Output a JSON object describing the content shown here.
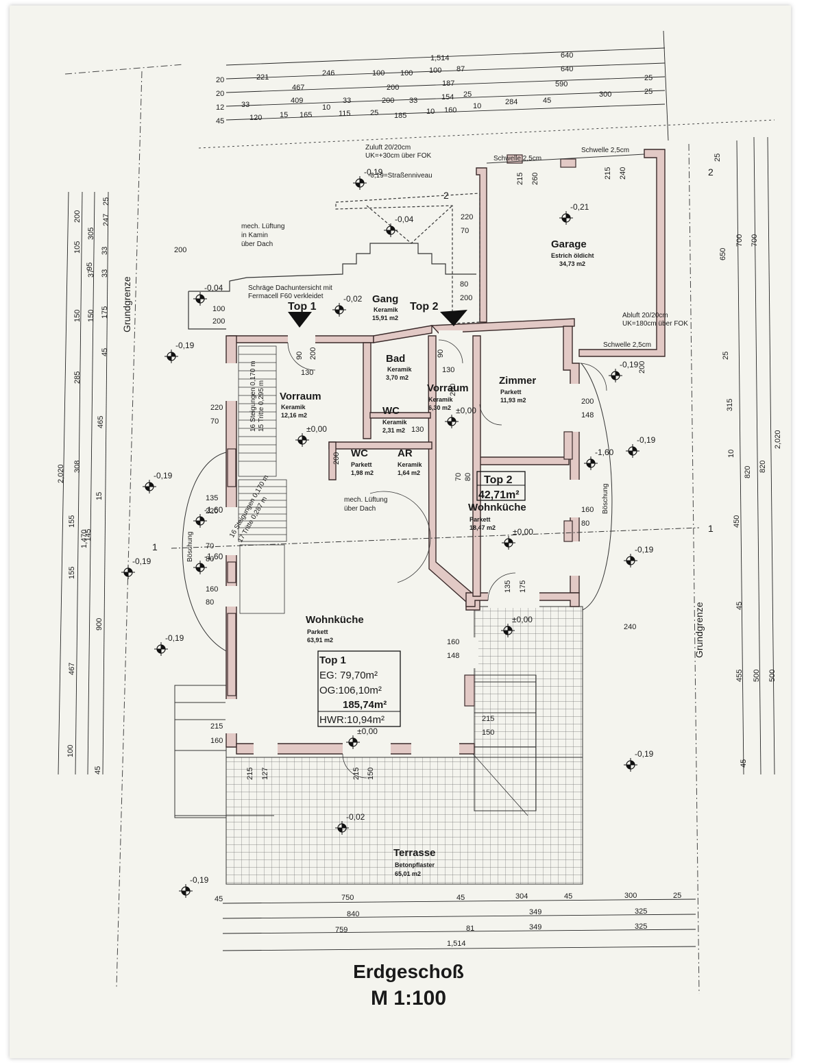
{
  "title": "Erdgeschoß",
  "scale": "M 1:100",
  "rooms": {
    "gang": {
      "name": "Gang",
      "floor": "Keramik",
      "area": "15,91 m2"
    },
    "bad": {
      "name": "Bad",
      "floor": "Keramik",
      "area": "3,70 m2"
    },
    "vorraum1": {
      "name": "Vorraum",
      "floor": "Keramik",
      "area": "12,16 m2"
    },
    "vorraum2": {
      "name": "Vorraum",
      "floor": "Keramik",
      "area": "6,30 m2"
    },
    "wc1": {
      "name": "WC",
      "floor": "Keramik",
      "area": "2,31 m2"
    },
    "wc2": {
      "name": "WC",
      "floor": "Parkett",
      "area": "1,98 m2"
    },
    "ar": {
      "name": "AR",
      "floor": "Keramik",
      "area": "1,64 m2"
    },
    "zimmer": {
      "name": "Zimmer",
      "floor": "Parkett",
      "area": "11,93 m2"
    },
    "wohnkueche2": {
      "name": "Wohnküche",
      "floor": "Parkett",
      "area": "18,47 m2"
    },
    "wohnkueche1": {
      "name": "Wohnküche",
      "floor": "Parkett",
      "area": "63,91 m2"
    },
    "garage": {
      "name": "Garage",
      "floor": "Estrich öldicht",
      "area": "34,73 m2"
    },
    "terrasse": {
      "name": "Terrasse",
      "floor": "Betonpflaster",
      "area": "65,01 m2"
    }
  },
  "units": {
    "top1": {
      "label": "Top 1",
      "eg": "EG:  79,70m²",
      "og": "OG:106,10m²",
      "total": "185,74m²",
      "hwr": "HWR:10,94m²"
    },
    "top2": {
      "label": "Top 2",
      "area": "42,71m²"
    },
    "marker_top1": "Top 1",
    "marker_top2": "Top 2"
  },
  "notes": {
    "zuluft1": "Zuluft 20/20cm",
    "zuluft2": "UK=+30cm über FOK",
    "strasse": "-0,19=Straßenniveau",
    "lueftung_kamin1": "mech. Lüftung",
    "lueftung_kamin2": "in Kamin",
    "lueftung_kamin3": "über Dach",
    "dach1": "Schräge Dachuntersicht mit",
    "dach2": "Fermacell F60 verkleidet",
    "abluft1": "Abluft 20/20cm",
    "abluft2": "UK=180cm über FOK",
    "schwelle_a": "Schwelle 2,5cm",
    "schwelle_b": "Schwelle 2,5cm",
    "schwelle_c": "Schwelle 2,5cm",
    "lueftung_dach1": "mech. Lüftung",
    "lueftung_dach2": "über Dach",
    "stair1": "16 Steigungen 0,170 m",
    "stair1b": "15 Tritte 0,295 m",
    "stair2": "16 Steigungen 0,170 m",
    "stair2b": "17 Tritte 0,287 m",
    "boeschung": "Böschung",
    "grundgrenze": "Grundgrenze"
  },
  "levels": [
    "-0,19",
    "-0,04",
    "-0,21",
    "-0,04",
    "-0,02",
    "-0,19",
    "-0,19",
    "±0,00",
    "±0,00",
    "-0,19",
    "-1,60",
    "-1,60",
    "-0,19",
    "-1,60",
    "-0,19",
    "±0,00",
    "±0,00",
    "-0,19",
    "-0,19",
    "±0,00",
    "-0,02",
    "-0,19",
    "-0,19"
  ],
  "top_dims": {
    "row1": [
      "1,514",
      "640"
    ],
    "row2": [
      "20",
      "221",
      "246",
      "100",
      "100",
      "100",
      "87",
      "640"
    ],
    "row3": [
      "20",
      "467",
      "200",
      "187",
      "590",
      "25"
    ],
    "row4": [
      "12",
      "33",
      "409",
      "33",
      "200",
      "33",
      "154",
      "25",
      "25"
    ],
    "row5": [
      "45",
      "120",
      "15",
      "165",
      "10",
      "115",
      "25",
      "185",
      "10",
      "160",
      "10",
      "284",
      "45",
      "300"
    ]
  },
  "bottom_dims": {
    "row1": [
      "45",
      "750",
      "45",
      "304",
      "45",
      "300",
      "25"
    ],
    "row2": [
      "840",
      "349",
      "325"
    ],
    "row3": [
      "759",
      "81",
      "349",
      "325"
    ],
    "row4": [
      "1,514"
    ]
  },
  "left_dims": [
    "200",
    "305",
    "247",
    "25",
    "105",
    "33",
    "95",
    "37",
    "33",
    "150",
    "175",
    "45",
    "150",
    "285",
    "465",
    "308",
    "15",
    "155",
    "145",
    "155",
    "1,470",
    "900",
    "467",
    "100",
    "45",
    "2,020"
  ],
  "right_dims": [
    "25",
    "650",
    "700",
    "700",
    "25",
    "315",
    "10",
    "820",
    "820",
    "2,020",
    "450",
    "45",
    "455",
    "500",
    "500",
    "45"
  ],
  "inner_dims": [
    "220",
    "70",
    "100",
    "200",
    "220",
    "70",
    "130",
    "80",
    "200",
    "90",
    "200",
    "130",
    "90",
    "200",
    "130",
    "70",
    "200",
    "80",
    "200",
    "148",
    "135",
    "220",
    "70",
    "80",
    "160",
    "80",
    "160",
    "80",
    "160",
    "148",
    "135",
    "175",
    "215",
    "160",
    "215",
    "150",
    "215",
    "127",
    "215",
    "150",
    "215",
    "260",
    "215",
    "240",
    "200",
    "240",
    "200",
    "90",
    "200",
    "325",
    "325"
  ],
  "sym_1": "1",
  "sym_2": "2",
  "colors": {
    "wall_fill": "#e2c9c5",
    "wall_stroke": "#3a2a2a",
    "paper": "#f4f4ee"
  }
}
